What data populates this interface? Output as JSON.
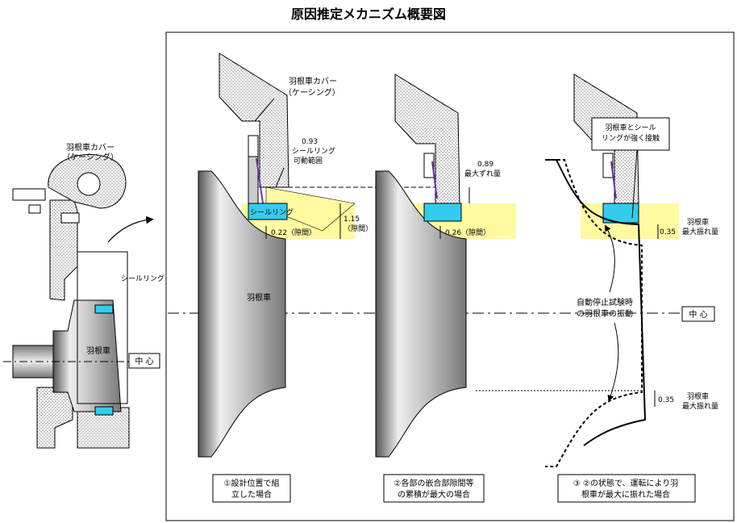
{
  "title": "原因推定メカニズム概要図",
  "left": {
    "cover_label": [
      "羽根車カバー",
      "（ケーシング）"
    ],
    "seal_label": "シールリング",
    "impeller": "羽根車",
    "center": "中 心"
  },
  "p1": {
    "cover_label": [
      "羽根車カバー",
      "（ケーシング）"
    ],
    "range_value": "0.93",
    "range_label": [
      "シールリング",
      "可動範囲"
    ],
    "seal_label": "シールリング",
    "gap_value": "0.22（隙間）",
    "gap2_value": "1.15",
    "gap2_label": "（隙間）",
    "impeller": "羽根車",
    "caption": [
      "①設計位置で組",
      "立した場合"
    ]
  },
  "p2": {
    "shift_value": "0.89",
    "shift_label": "最大ずれ量",
    "gap_value": "0.26（隙間）",
    "caption": [
      "②各部の嵌合部隙間等",
      "の累積が最大の場合"
    ]
  },
  "p3": {
    "contact_note": [
      "羽根車とシール",
      "リングが強く接触"
    ],
    "runout_value": "0.35",
    "runout_label": [
      "羽根車",
      "最大振れ量"
    ],
    "runout2_value": "0.35",
    "runout2_label": [
      "羽根車",
      "最大振れ量"
    ],
    "vibration_label": [
      "自動停止試験時",
      "の羽根車の振動"
    ],
    "center": "中 心",
    "caption": [
      "③ ②の状態で、運転により羽",
      "根車が最大に振れた場合"
    ]
  },
  "colors": {
    "gap_band": "#fffaa0",
    "seal": "#33ccee",
    "casing": "#dcdcdc"
  }
}
